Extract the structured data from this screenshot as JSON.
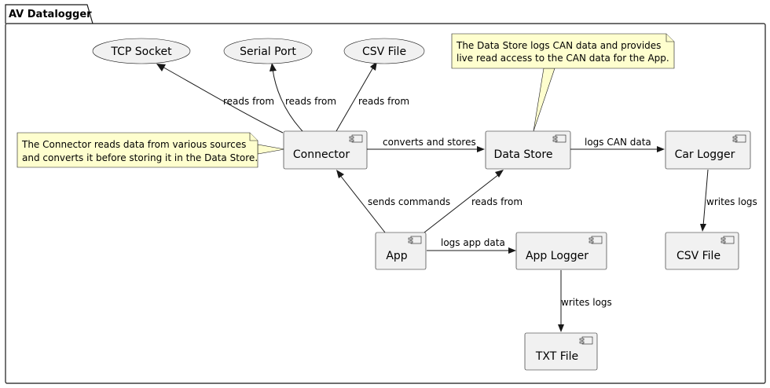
{
  "package": {
    "title": "AV Datalogger"
  },
  "components": {
    "connector": "Connector",
    "data_store": "Data Store",
    "car_logger": "Car Logger",
    "app": "App",
    "app_logger": "App Logger",
    "csv_file_out": "CSV File",
    "txt_file": "TXT File"
  },
  "sources": {
    "tcp_socket": "TCP Socket",
    "serial_port": "Serial Port",
    "csv_file": "CSV File"
  },
  "edges": {
    "connector_tcp": "reads from",
    "connector_serial": "reads from",
    "connector_csv": "reads from",
    "connector_store": "converts and stores",
    "store_carlogger": "logs CAN data",
    "carlogger_csv": "writes logs",
    "app_connector": "sends commands",
    "app_store": "reads from",
    "app_applogger": "logs app data",
    "applogger_txt": "writes logs"
  },
  "notes": {
    "data_store": [
      "The Data Store logs CAN data and provides",
      "live read access to the CAN data for the App."
    ],
    "connector": [
      "The Connector reads data from various sources",
      "and converts it before storing it in the Data Store."
    ]
  }
}
